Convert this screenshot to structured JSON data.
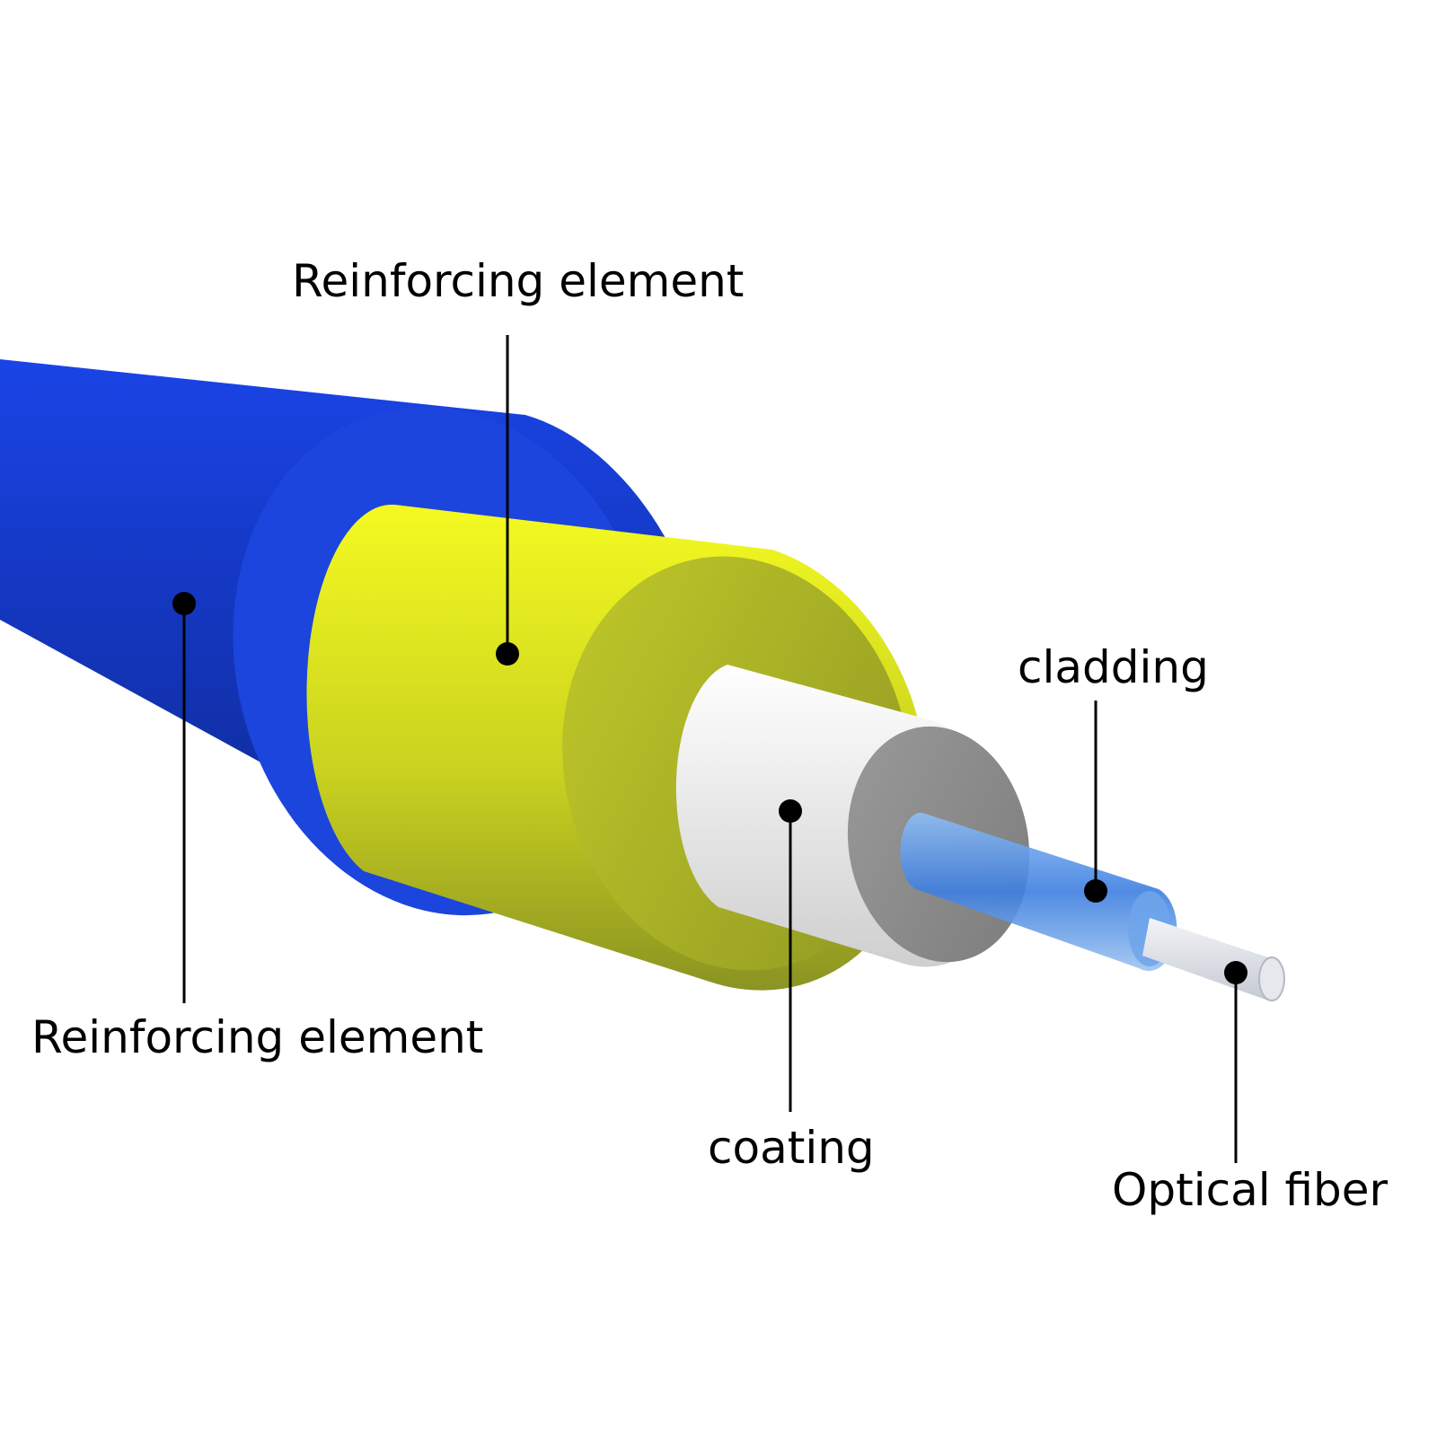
{
  "labels": {
    "outer_sheath": "Reinforcing element",
    "reinforcing": "Reinforcing element",
    "coating": "coating",
    "cladding": "cladding",
    "optical_fiber": "Optical fiber"
  },
  "colors": {
    "sheath": "#1237c8",
    "sheath_dark": "#0e2a9e",
    "sheath_face": "#1a46e0",
    "reinforcing": "#e6ee1c",
    "reinforcing_face": "#adb623",
    "coating": "#f2f2f2",
    "coating_face": "#8c8c8c",
    "cladding": "#4e8de0",
    "fiber": "#dcdfe6"
  }
}
